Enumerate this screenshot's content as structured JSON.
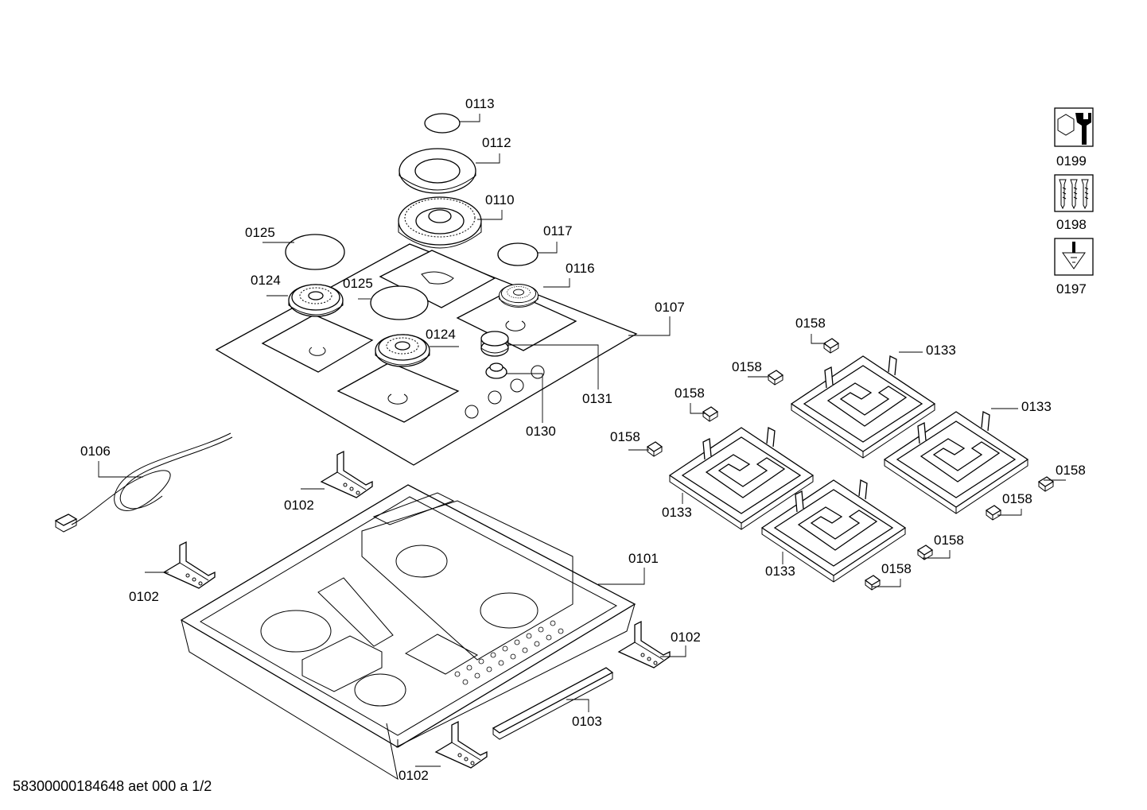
{
  "diagram": {
    "footer_code": "58300000184648 aet 000 a 1/2",
    "labels": {
      "p0113": "0113",
      "p0112": "0112",
      "p0110": "0110",
      "p0125a": "0125",
      "p0117": "0117",
      "p0124a": "0124",
      "p0125b": "0125",
      "p0116": "0116",
      "p0107": "0107",
      "p0124b": "0124",
      "p0131": "0131",
      "p0130": "0130",
      "p0106": "0106",
      "p0102a": "0102",
      "p0102b": "0102",
      "p0101": "0101",
      "p0102c": "0102",
      "p0103": "0103",
      "p0102d": "0102",
      "p0199": "0199",
      "p0198": "0198",
      "p0197": "0197",
      "p0158a": "0158",
      "p0133a": "0133",
      "p0158b": "0158",
      "p0158c": "0158",
      "p0133b": "0133",
      "p0158d": "0158",
      "p0133c": "0133",
      "p0158e": "0158",
      "p0158f": "0158",
      "p0133d": "0133",
      "p0158g": "0158",
      "p0158h": "0158"
    },
    "icons": [
      "wrench-nut-icon",
      "screws-icon",
      "lubricant-icon"
    ]
  }
}
